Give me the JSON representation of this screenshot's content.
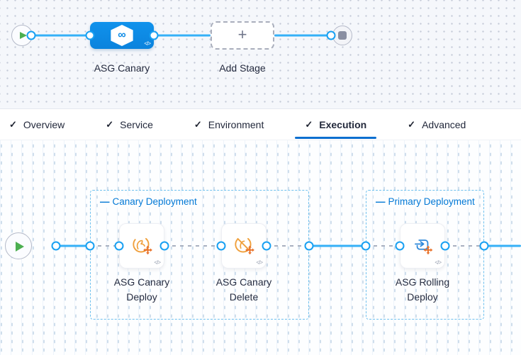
{
  "colors": {
    "accent_blue": "#0278d5",
    "stage_blue": "#0d8be6",
    "connector_blue": "#35b0f7",
    "port_ring_blue": "#18a0f2",
    "group_border_blue": "#6ec0ee",
    "step_icon_orange": "#f0a03c",
    "step_icon_orange_dark": "#e8722a",
    "rolling_icon_blue": "#2f89da",
    "play_green": "#4caf50",
    "text_dark": "#22283b"
  },
  "icons": {
    "code": "</>",
    "plus": "+",
    "infinity": "∞",
    "group_dash": "—",
    "check": "✓"
  },
  "pipeline": {
    "stage_label": "ASG Canary",
    "add_stage_label": "Add Stage"
  },
  "tabs": [
    {
      "label": "Overview"
    },
    {
      "label": "Service"
    },
    {
      "label": "Environment"
    },
    {
      "label": "Execution"
    },
    {
      "label": "Advanced"
    }
  ],
  "execution": {
    "groups": [
      {
        "title": "Canary Deployment"
      },
      {
        "title": "Primary Deployment"
      }
    ],
    "steps": [
      {
        "line1": "ASG Canary",
        "line2": "Deploy"
      },
      {
        "line1": "ASG Canary",
        "line2": "Delete"
      },
      {
        "line1": "ASG Rolling",
        "line2": "Deploy"
      }
    ]
  }
}
